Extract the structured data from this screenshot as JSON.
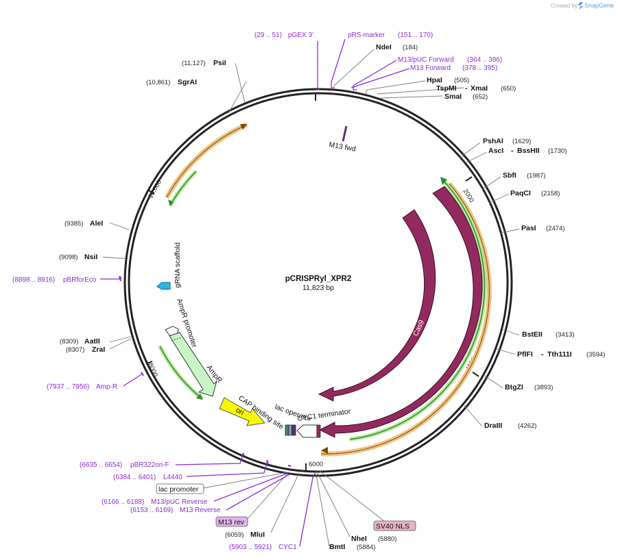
{
  "header": {
    "created_by": "Created by",
    "brand": "SnapGene",
    "brand_icon": "snapgene-logo-icon"
  },
  "plasmid": {
    "name": "pCRISPRyl_XPR2",
    "size": "11,823 bp"
  },
  "ticks": [
    "2000",
    "4000",
    "6000",
    "8000",
    "10,000"
  ],
  "enzymes": [
    {
      "name": "NdeI",
      "pos": "(184)"
    },
    {
      "name": "HpaI",
      "pos": "(505)"
    },
    {
      "name": "TspMI",
      "name2": "XmaI",
      "pos": "(650)"
    },
    {
      "name": "SmaI",
      "pos": "(652)"
    },
    {
      "name": "PshAI",
      "pos": "(1629)"
    },
    {
      "name": "AscI",
      "name2": "BssHII",
      "pos": "(1730)"
    },
    {
      "name": "SbfI",
      "pos": "(1987)"
    },
    {
      "name": "PaqCI",
      "pos": "(2158)"
    },
    {
      "name": "PasI",
      "pos": "(2474)"
    },
    {
      "name": "BstEII",
      "pos": "(3413)"
    },
    {
      "name": "PflFI",
      "name2": "Tth111I",
      "pos": "(3594)"
    },
    {
      "name": "BtgZI",
      "pos": "(3893)"
    },
    {
      "name": "DraIII",
      "pos": "(4262)"
    },
    {
      "name": "NheI",
      "pos": "(5880)"
    },
    {
      "name": "BmtI",
      "pos": "(5884)"
    },
    {
      "name": "MluI",
      "pos": "(6059)"
    },
    {
      "name": "ZraI",
      "pos": "(8307)"
    },
    {
      "name": "AatII",
      "pos": "(8309)"
    },
    {
      "name": "NsiI",
      "pos": "(9098)"
    },
    {
      "name": "AleI",
      "pos": "(9385)"
    },
    {
      "name": "SgrAI",
      "pos": "(10,861)"
    },
    {
      "name": "PsiI",
      "pos": "(11,127)"
    }
  ],
  "primers": [
    {
      "name": "pGEX 3'",
      "range": "(29 .. 51)"
    },
    {
      "name": "pRS-marker",
      "range": "(151 .. 170)"
    },
    {
      "name": "M13/pUC Forward",
      "range": "(364 .. 386)"
    },
    {
      "name": "M13 Forward",
      "range": "(378 .. 395)"
    },
    {
      "name": "pBRforEco",
      "range": "(8898 .. 8916)"
    },
    {
      "name": "Amp-R",
      "range": "(7937 .. 7956)"
    },
    {
      "name": "pBR322ori-F",
      "range": "(6635 .. 6654)"
    },
    {
      "name": "L4440",
      "range": "(6384 .. 6401)"
    },
    {
      "name": "M13/pUC Reverse",
      "range": "(6166 .. 6188)"
    },
    {
      "name": "M13 Reverse",
      "range": "(6153 .. 6169)"
    },
    {
      "name": "CYC1",
      "range": "(5903 .. 5921)"
    }
  ],
  "boxed_features": {
    "lac_promoter": "lac promoter",
    "m13_rev": "M13 rev",
    "sv40_nls": "SV40 NLS"
  },
  "features": {
    "m13_fwd": "M13 fwd",
    "grna_scaffold": "gRNA scaffold",
    "ampr_promoter": "AmpR promoter",
    "ampr": "AmpR",
    "ori": "ori",
    "cap_binding_site": "CAP binding site",
    "lac_operator": "lac operator",
    "cyc1_terminator": "CYC1 terminator",
    "cas9_inner": "Cas9",
    "cas9_outer": "Cas9"
  },
  "colors": {
    "backbone": "#222222",
    "cas9": "#922a5f",
    "orf_orange": "#f0c283",
    "orf_green": "#2e8b2e",
    "ampr": "#c9f5c6",
    "ori": "#f7f700",
    "grna": "#29b8e6",
    "primer": "#8b2bd0",
    "m13rev_box": "#e3b5ee",
    "sv40_box": "#e6b3c6"
  }
}
